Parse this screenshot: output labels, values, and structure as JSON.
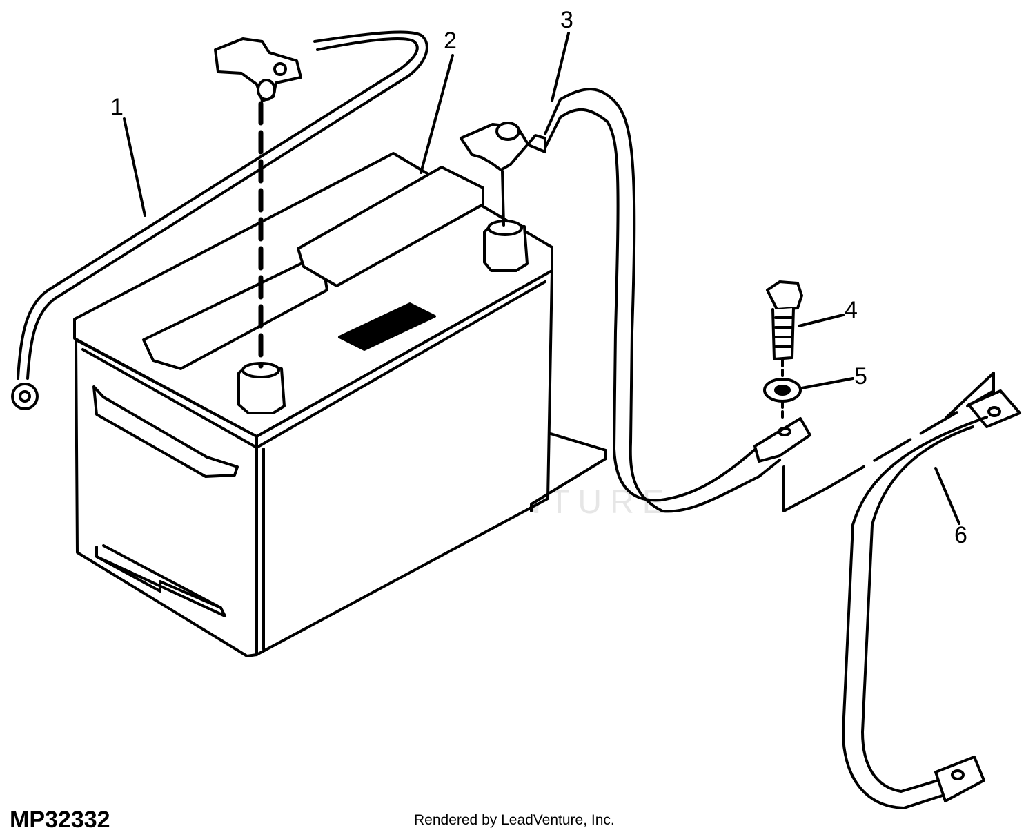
{
  "diagram": {
    "figure_id": "MP32332",
    "credit": "Rendered by LeadVenture, Inc.",
    "watermark": "LEADVENTURE",
    "callouts": [
      "1",
      "2",
      "3",
      "4",
      "5",
      "6"
    ]
  },
  "colors": {
    "line": "#000000",
    "background": "#ffffff",
    "watermark": "#e6e6e6"
  }
}
